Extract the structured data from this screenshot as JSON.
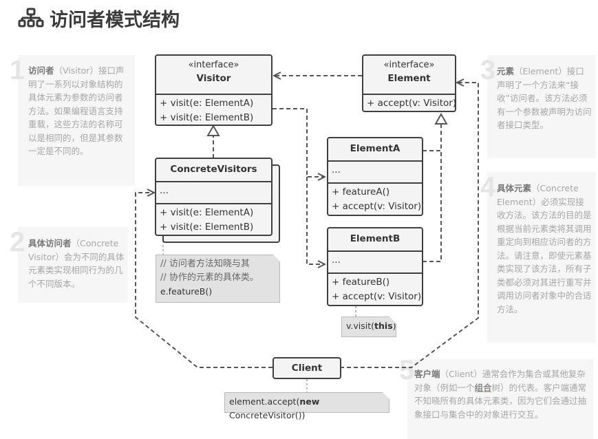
{
  "title": "访问者模式结构",
  "title_icon": "sitemap-icon",
  "notes": [
    {
      "num": "1",
      "bold": "访问者",
      "text": "（Visitor）接口声明了一系列以对象结构的具体元素为参数的访问者方法。如果编程语言支持重载，这些方法的名称可以是相同的，但是其参数一定是不同的。"
    },
    {
      "num": "2",
      "bold": "具体访问者",
      "text": "（Concrete Visitor）会为不同的具体元素类实现相同行为的几个不同版本。"
    },
    {
      "num": "3",
      "bold": "元素",
      "text": "（Element）接口声明了一个方法来“接收”访问者。该方法必须有一个参数被声明为访问者接口类型。"
    },
    {
      "num": "4",
      "bold": "具体元素",
      "text": "（Concrete Element）必须实现接收方法。该方法的目的是根据当前元素类将其调用重定向到相应访问者的方法。请注意，即使元素基类实现了该方法，所有子类都必须对其进行重写并调用访问者对象中的合适方法。"
    },
    {
      "num": "5",
      "bold": "客户端",
      "text_before": "（Client）通常会作为集合或其他复杂对象（例如一个",
      "link": "组合",
      "text_after": "树）的代表。客户端通常不知晓所有的具体元素类，因为它们会通过抽象接口与集合中的对象进行交互。"
    }
  ],
  "uml": {
    "visitor": {
      "stereotype": "«interface»",
      "name": "Visitor",
      "methods": [
        "+ visit(e: ElementA)",
        "+ visit(e: ElementB)"
      ]
    },
    "element": {
      "stereotype": "«interface»",
      "name": "Element",
      "methods": [
        "+ accept(v: Visitor)"
      ]
    },
    "concrete_visitors": {
      "name": "ConcreteVisitors",
      "fields": "...",
      "methods": [
        "+ visit(e: ElementA)",
        "+ visit(e: ElementB)"
      ]
    },
    "element_a": {
      "name": "ElementA",
      "fields": "...",
      "methods": [
        "+ featureA()",
        "+ accept(v: Visitor)"
      ]
    },
    "element_b": {
      "name": "ElementB",
      "fields": "...",
      "methods": [
        "+ featureB()",
        "+ accept(v: Visitor)"
      ]
    },
    "client": {
      "name": "Client"
    }
  },
  "code_notes": {
    "visitor_note": {
      "comment1": "// 访问者方法知晓与其",
      "comment2": "// 协作的元素的具体类。",
      "code": "e.featureB()"
    },
    "element_b_note": {
      "code_pre": "v.visit(",
      "keyword": "this",
      "code_post": ")"
    },
    "client_note": {
      "code_pre": "element.accept(",
      "keyword": "new",
      "code_post": " ConcreteVisitor())"
    }
  }
}
